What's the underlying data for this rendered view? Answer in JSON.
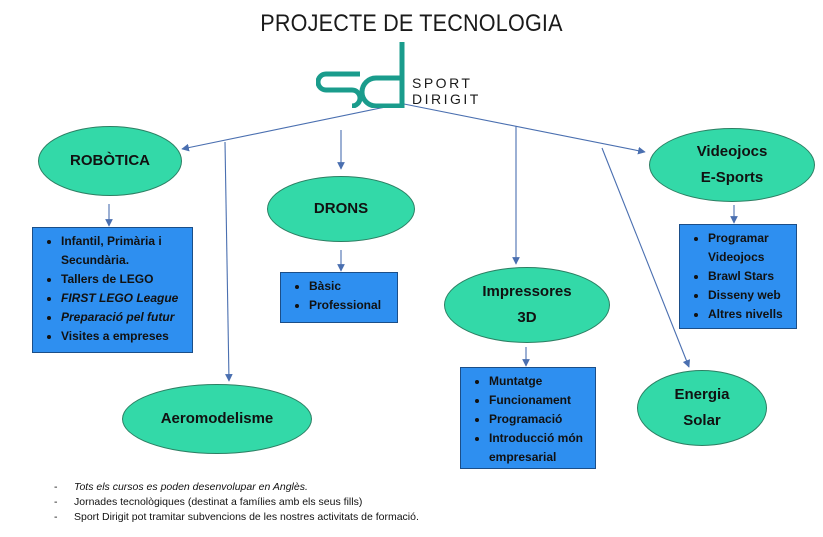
{
  "title": "PROJECTE DE TECNOLOGIA",
  "logo": {
    "mark": "sd",
    "line1": "SPORT",
    "line2": "DIRIGIT",
    "color": "#1a9c8c"
  },
  "colors": {
    "node_fill": "#33d9a8",
    "box_fill": "#2e8ff0",
    "arrow": "#4a6fb0"
  },
  "nodes": {
    "robotica": {
      "lines": [
        "ROBÒTICA"
      ]
    },
    "drons": {
      "lines": [
        "DRONS"
      ]
    },
    "impressores": {
      "lines": [
        "Impressores",
        "3D"
      ]
    },
    "videojocs": {
      "lines": [
        "Videojocs",
        "E-Sports"
      ]
    },
    "aeromodelisme": {
      "lines": [
        "Aeromodelisme"
      ]
    },
    "energia": {
      "lines": [
        "Energia",
        "Solar"
      ]
    }
  },
  "boxes": {
    "robotica": [
      {
        "text": "Infantil, Primària i Secundària.",
        "italic": false
      },
      {
        "text": "Tallers de LEGO",
        "italic": false
      },
      {
        "text": "FIRST LEGO League",
        "italic": true
      },
      {
        "text": "Preparació pel futur",
        "italic": true
      },
      {
        "text": "Visites a empreses",
        "italic": false
      }
    ],
    "drons": [
      {
        "text": "Bàsic",
        "italic": false
      },
      {
        "text": "Professional",
        "italic": false
      }
    ],
    "impressores": [
      {
        "text": "Muntatge",
        "italic": false
      },
      {
        "text": "Funcionament",
        "italic": false
      },
      {
        "text": "Programació",
        "italic": false
      },
      {
        "text": "Introducció món empresarial",
        "italic": false
      }
    ],
    "videojocs": [
      {
        "text": "Programar Videojocs",
        "italic": false
      },
      {
        "text": "Brawl Stars",
        "italic": false
      },
      {
        "text": "Disseny web",
        "italic": false
      },
      {
        "text": "Altres nivells",
        "italic": false
      }
    ]
  },
  "notes": [
    {
      "text": "Tots els cursos es poden desenvolupar en Anglès.",
      "italic": true
    },
    {
      "text": "Jornades tecnològiques (destinat a famílies amb els seus fills)",
      "italic": false
    },
    {
      "text": "Sport Dirigit pot tramitar subvencions de les nostres activitats de formació.",
      "italic": false
    }
  ]
}
